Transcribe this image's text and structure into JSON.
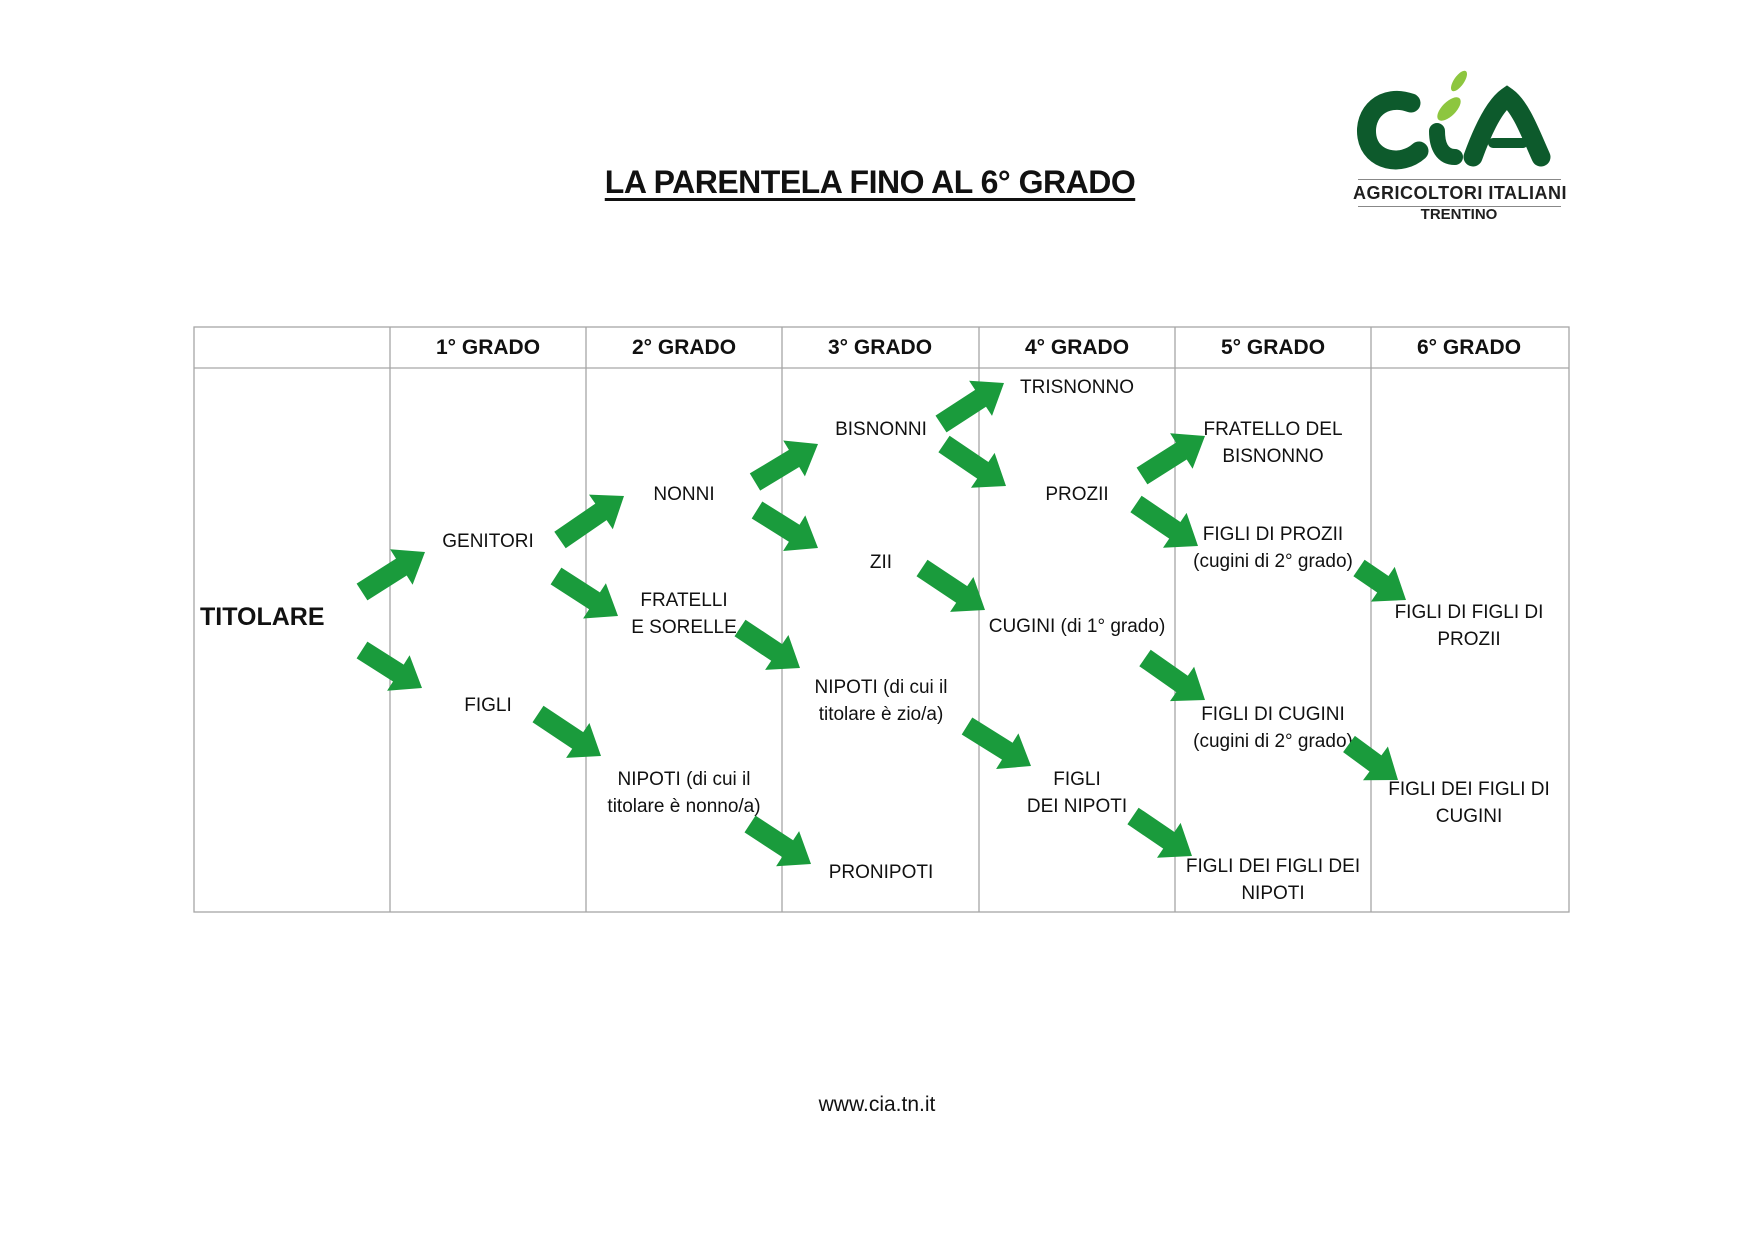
{
  "title": "LA PARENTELA FINO AL 6° GRADO",
  "logo": {
    "line1": "AGRICOLTORI ITALIANI",
    "line2": "TRENTINO",
    "brand_color": "#0d5a2c",
    "leaf_color": "#8dc63f"
  },
  "headers": [
    "1° GRADO",
    "2° GRADO",
    "3° GRADO",
    "4° GRADO",
    "5° GRADO",
    "6° GRADO"
  ],
  "root": "TITOLARE",
  "nodes": {
    "genitori": "GENITORI",
    "figli": "FIGLI",
    "nonni": "NONNI",
    "fratelli": "FRATELLI\nE SORELLE",
    "nipoti_nonno": "NIPOTI (di cui il\ntitolare è nonno/a)",
    "bisnonni": "BISNONNI",
    "zii": "ZII",
    "nipoti_zio": "NIPOTI (di cui il\ntitolare è zio/a)",
    "pronipoti": "PRONIPOTI",
    "trisnonno": "TRISNONNO",
    "prozii": "PROZII",
    "cugini": "CUGINI (di 1° grado)",
    "figli_nipoti": "FIGLI\nDEI NIPOTI",
    "fratello_bisnonno": "FRATELLO DEL\nBISNONNO",
    "figli_prozii": "FIGLI DI PROZII\n(cugini di 2° grado)",
    "figli_cugini": "FIGLI DI CUGINI\n(cugini di 2° grado)",
    "figli_figli_nipoti": "FIGLI DEI FIGLI DEI\nNIPOTI",
    "figli_figli_prozii": "FIGLI DI FIGLI DI\nPROZII",
    "figli_figli_cugini": "FIGLI DEI FIGLI DI\nCUGINI"
  },
  "arrow_color": "#1a9b3c",
  "footer": "www.cia.tn.it"
}
